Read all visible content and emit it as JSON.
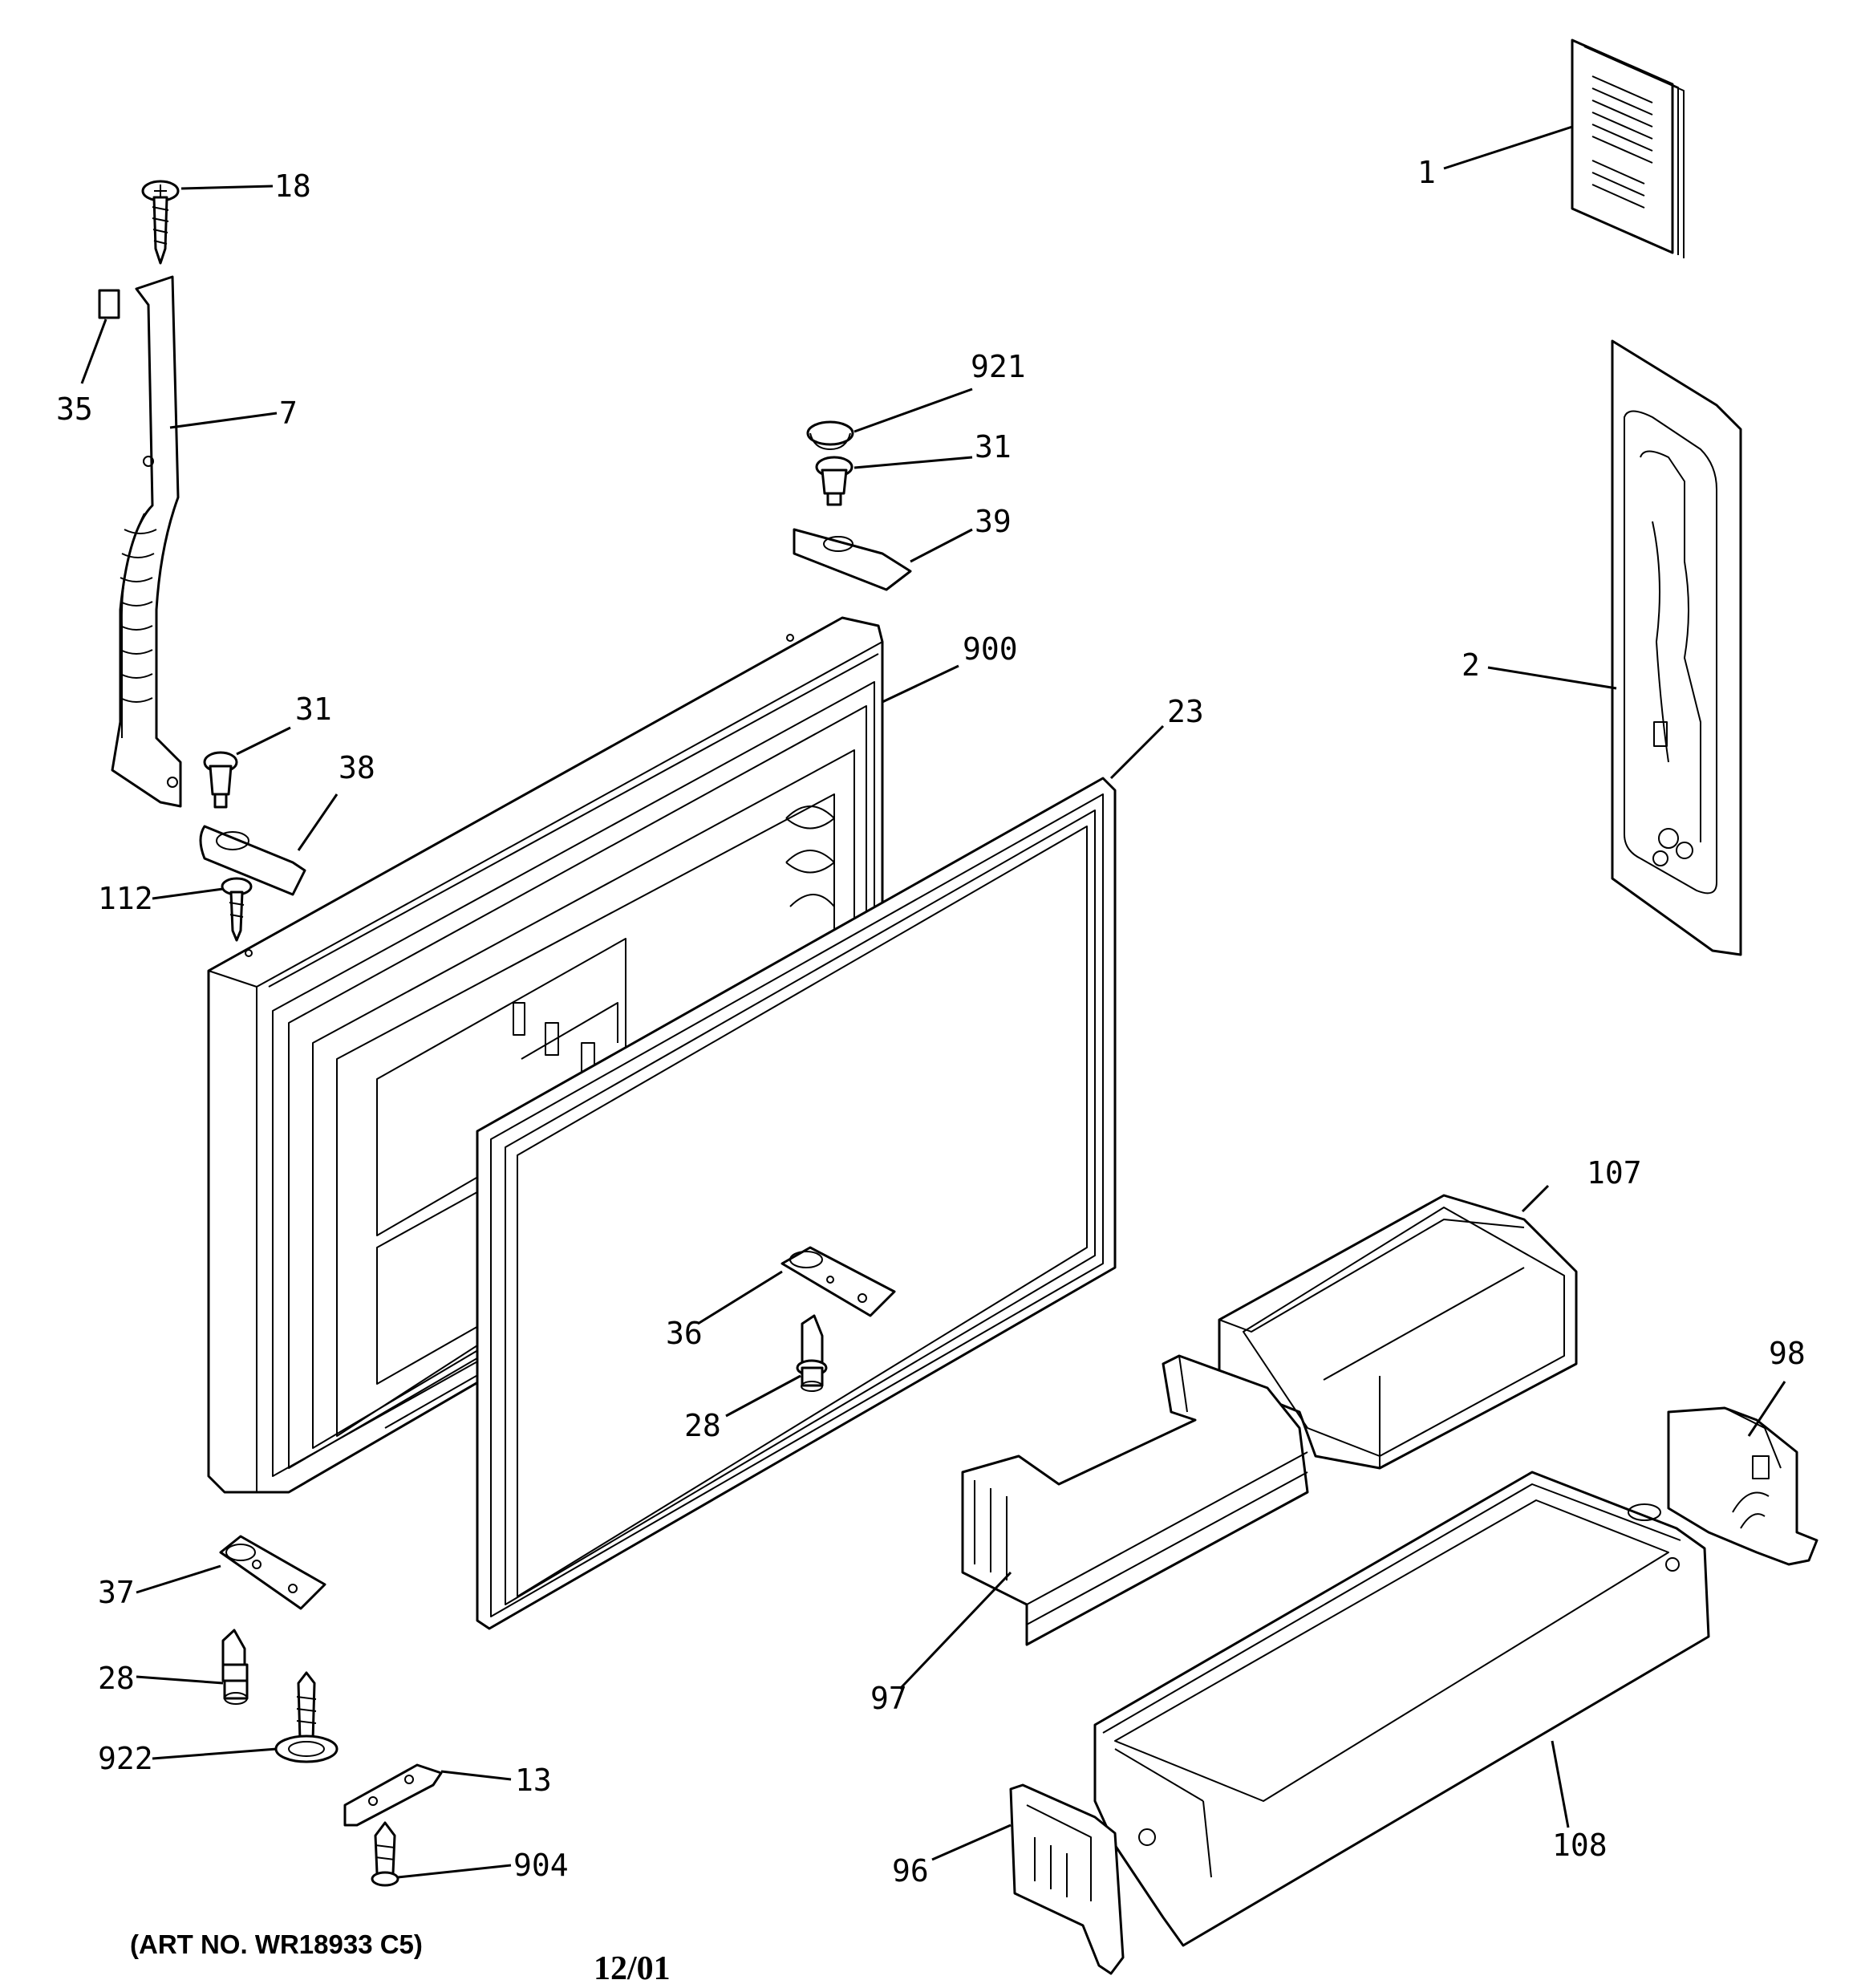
{
  "diagram": {
    "callouts": [
      {
        "id": "1"
      },
      {
        "id": "2"
      },
      {
        "id": "7"
      },
      {
        "id": "13"
      },
      {
        "id": "18"
      },
      {
        "id": "23"
      },
      {
        "id": "28"
      },
      {
        "id": "28"
      },
      {
        "id": "31"
      },
      {
        "id": "31"
      },
      {
        "id": "35"
      },
      {
        "id": "36"
      },
      {
        "id": "37"
      },
      {
        "id": "38"
      },
      {
        "id": "39"
      },
      {
        "id": "96"
      },
      {
        "id": "97"
      },
      {
        "id": "98"
      },
      {
        "id": "107"
      },
      {
        "id": "108"
      },
      {
        "id": "112"
      },
      {
        "id": "900"
      },
      {
        "id": "904"
      },
      {
        "id": "921"
      },
      {
        "id": "922"
      }
    ],
    "art_number": "(ART NO. WR18933 C5)",
    "date_code": "12/01"
  }
}
